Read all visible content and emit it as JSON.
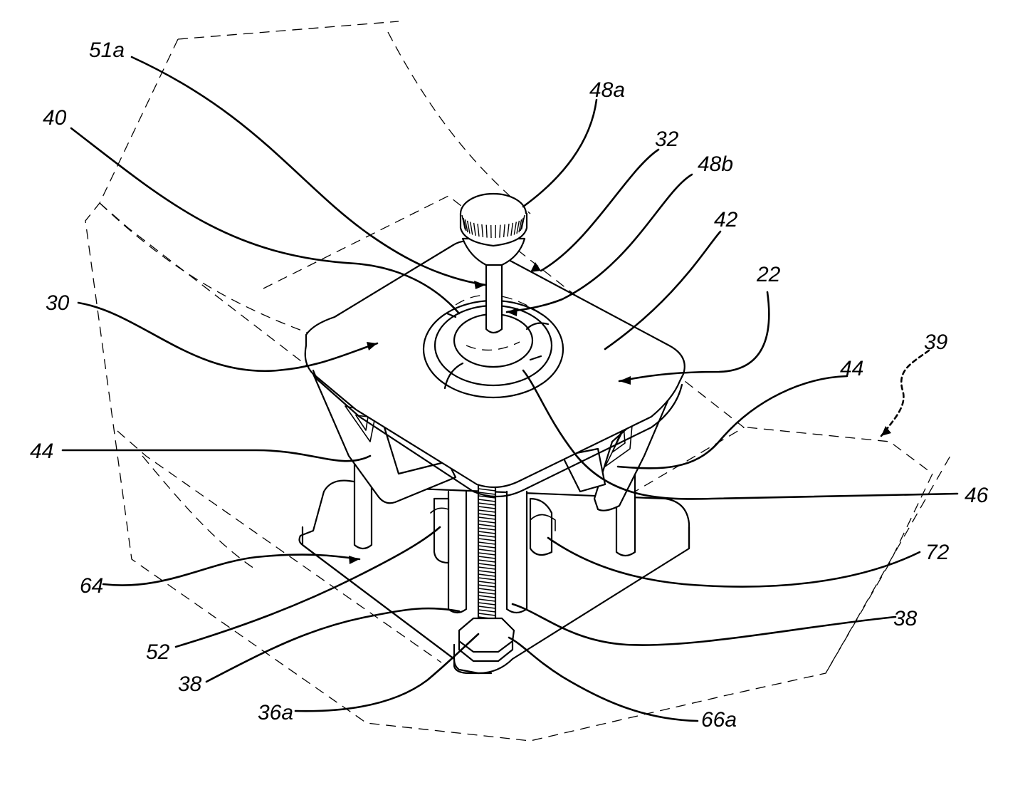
{
  "figure": {
    "labels": {
      "l51a": "51a",
      "l48a": "48a",
      "l40": "40",
      "l32": "32",
      "l48b": "48b",
      "l42": "42",
      "l30": "30",
      "l22": "22",
      "l39": "39",
      "l44_left": "44",
      "l44_right": "44",
      "l46": "46",
      "l64": "64",
      "l72": "72",
      "l52": "52",
      "l38_left": "38",
      "l38_right": "38",
      "l36a": "36a",
      "l66a": "66a"
    }
  }
}
